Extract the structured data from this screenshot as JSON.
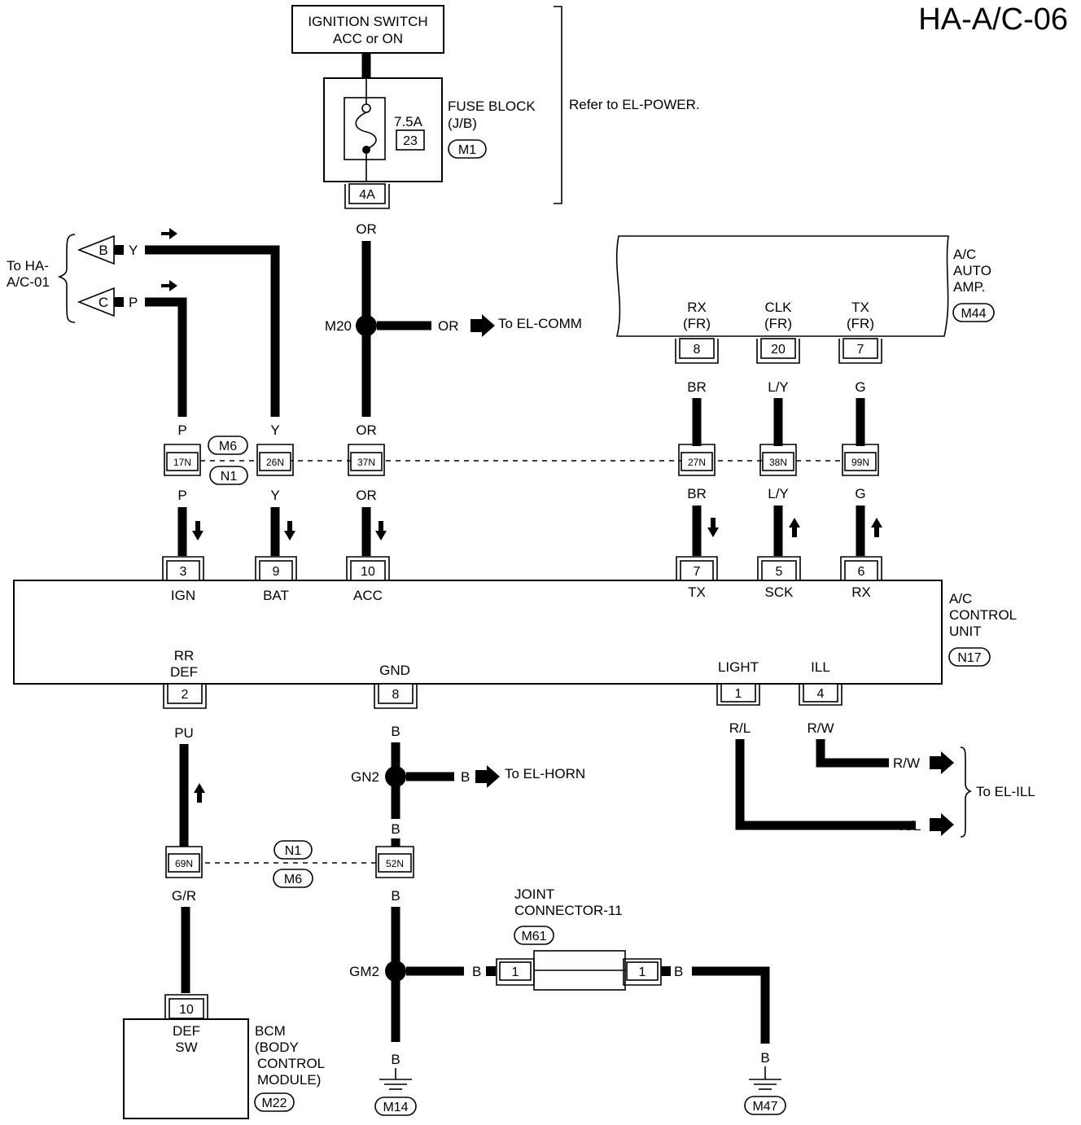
{
  "page_code": "HA-A/C-06",
  "ignition_switch": {
    "line1": "IGNITION SWITCH",
    "line2": "ACC or ON"
  },
  "fuse_block": {
    "line1": "FUSE BLOCK",
    "line2": "(J/B)",
    "connector": "M1",
    "rating": "7.5A",
    "number": "23",
    "terminal": "4A",
    "refer": "Refer to EL-POWER."
  },
  "to_ha_ac01": {
    "line1": "To HA-",
    "line2": "A/C-01",
    "tag_b": "B",
    "tag_c": "C"
  },
  "wires": {
    "Y": "Y",
    "P": "P",
    "OR": "OR",
    "BR": "BR",
    "LY": "L/Y",
    "G": "G",
    "PU": "PU",
    "GR": "G/R",
    "B": "B",
    "RL": "R/L",
    "RW": "R/W"
  },
  "junctions": {
    "m20": "M20",
    "gn2": "GN2",
    "gm2": "GM2"
  },
  "to_el_comm": "To EL-COMM",
  "to_el_horn": "To EL-HORN",
  "to_el_ill": "To EL-ILL",
  "ac_auto_amp": {
    "line1": "A/C",
    "line2": "AUTO",
    "line3": "AMP.",
    "connector": "M44",
    "pins": [
      {
        "l1": "RX",
        "l2": "(FR)",
        "num": "8"
      },
      {
        "l1": "CLK",
        "l2": "(FR)",
        "num": "20"
      },
      {
        "l1": "TX",
        "l2": "(FR)",
        "num": "7"
      }
    ]
  },
  "interconnect": {
    "upper": [
      "17N",
      "26N",
      "37N",
      "27N",
      "38N",
      "99N"
    ],
    "upper_conn_top": "M6",
    "upper_conn_bottom": "N1",
    "lower": [
      "69N",
      "52N"
    ],
    "lower_conn_top": "N1",
    "lower_conn_bottom": "M6"
  },
  "control_unit": {
    "line1": "A/C",
    "line2": "CONTROL",
    "line3": "UNIT",
    "connector": "N17",
    "top_pins": [
      {
        "num": "3",
        "label": "IGN"
      },
      {
        "num": "9",
        "label": "BAT"
      },
      {
        "num": "10",
        "label": "ACC"
      },
      {
        "num": "7",
        "label": "TX"
      },
      {
        "num": "5",
        "label": "SCK"
      },
      {
        "num": "6",
        "label": "RX"
      }
    ],
    "bottom_pins": [
      {
        "num": "2",
        "label1": "RR",
        "label2": "DEF"
      },
      {
        "num": "8",
        "label1": "",
        "label2": "GND"
      },
      {
        "num": "1",
        "label1": "",
        "label2": "LIGHT"
      },
      {
        "num": "4",
        "label1": "",
        "label2": "ILL"
      }
    ]
  },
  "bcm": {
    "pin": "10",
    "sw1": "DEF",
    "sw2": "SW",
    "l1": "BCM",
    "l2": "(BODY",
    "l3": "CONTROL",
    "l4": "MODULE)",
    "connector": "M22"
  },
  "joint_connector": {
    "line1": "JOINT",
    "line2": "CONNECTOR-11",
    "connector": "M61",
    "pin_left": "1",
    "pin_right": "1"
  },
  "grounds": {
    "m14": "M14",
    "m47": "M47"
  }
}
